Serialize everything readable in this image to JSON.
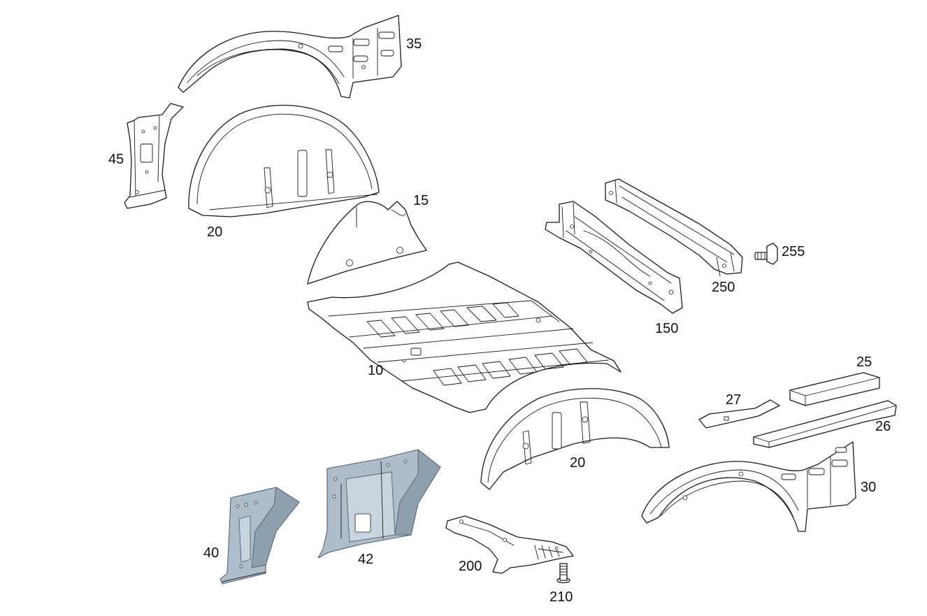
{
  "diagram": {
    "parts": [
      {
        "id": "p10",
        "label": "10"
      },
      {
        "id": "p15",
        "label": "15"
      },
      {
        "id": "p20a",
        "label": "20"
      },
      {
        "id": "p20b",
        "label": "20"
      },
      {
        "id": "p25",
        "label": "25"
      },
      {
        "id": "p26",
        "label": "26"
      },
      {
        "id": "p27",
        "label": "27"
      },
      {
        "id": "p30",
        "label": "30"
      },
      {
        "id": "p35",
        "label": "35"
      },
      {
        "id": "p40",
        "label": "40"
      },
      {
        "id": "p42",
        "label": "42"
      },
      {
        "id": "p45",
        "label": "45"
      },
      {
        "id": "p150",
        "label": "150"
      },
      {
        "id": "p200",
        "label": "200"
      },
      {
        "id": "p210",
        "label": "210"
      },
      {
        "id": "p250",
        "label": "250"
      },
      {
        "id": "p255",
        "label": "255"
      }
    ],
    "colors": {
      "line": "#1a1a1a",
      "highlighted_part": "#aebdca",
      "background": "#ffffff"
    }
  }
}
